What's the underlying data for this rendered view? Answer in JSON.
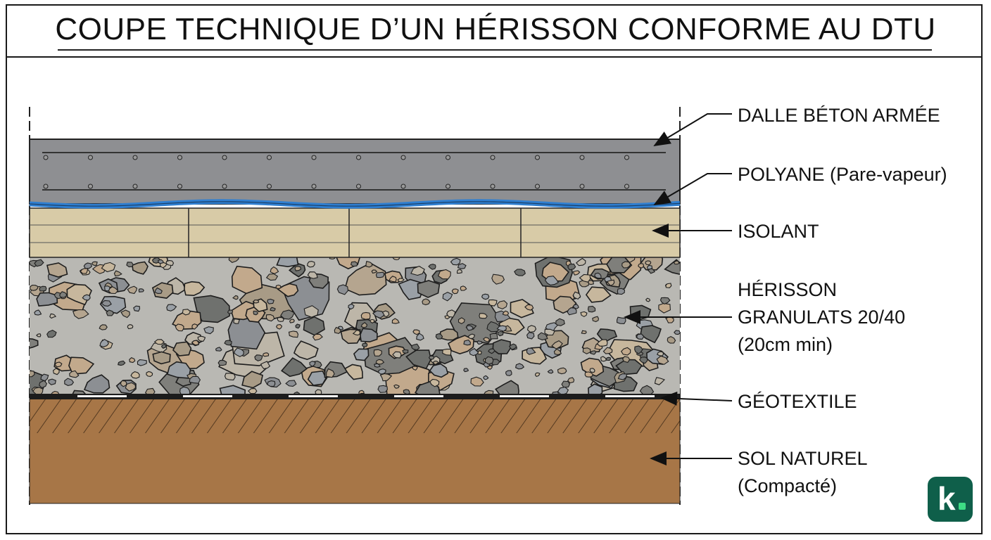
{
  "title": "COUPE TECHNIQUE D’UN HÉRISSON CONFORME AU DTU",
  "layers": {
    "dalle": {
      "label": "DALLE BÉTON ARMÉE",
      "color": "#8e8f92"
    },
    "polyane": {
      "label": "POLYANE (Pare-vapeur)",
      "color": "#2f7fd1"
    },
    "isolant": {
      "label": "ISOLANT",
      "color": "#d8cba7"
    },
    "herisson": {
      "line1": "HÉRISSON",
      "line2": "GRANULATS 20/40",
      "line3": "(20cm min)",
      "color": "#b9b8b3"
    },
    "geotextile": {
      "label": "GÉOTEXTILE",
      "color": "#1c1c1c"
    },
    "sol": {
      "line1": "SOL NATUREL",
      "line2": "(Compacté)",
      "color": "#a77647"
    }
  },
  "logo": {
    "letter": "k",
    "color": "#0f5f4a",
    "dot_color": "#3ddc84"
  }
}
